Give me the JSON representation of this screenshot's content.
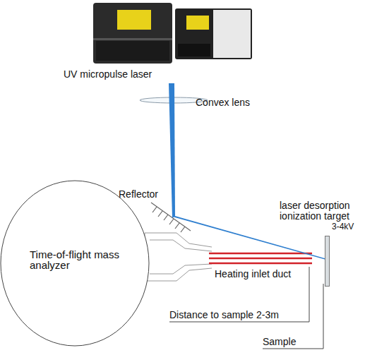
{
  "diagram": {
    "nodes": [
      {
        "text": [
          "UV micropulse laser"
        ]
      },
      {
        "text": [
          "Time-of-flight mass analyzer"
        ]
      },
      {
        "text": [
          "laser desorption ionization target",
          "3-4kV"
        ]
      }
    ],
    "edges": [
      {
        "from": 0,
        "to": 2,
        "arrow": "none"
      }
    ],
    "labels": [
      "Convex lens",
      "Reflector",
      "Heating inlet duct",
      "Distance to sample 2-3m",
      "Sample"
    ]
  }
}
